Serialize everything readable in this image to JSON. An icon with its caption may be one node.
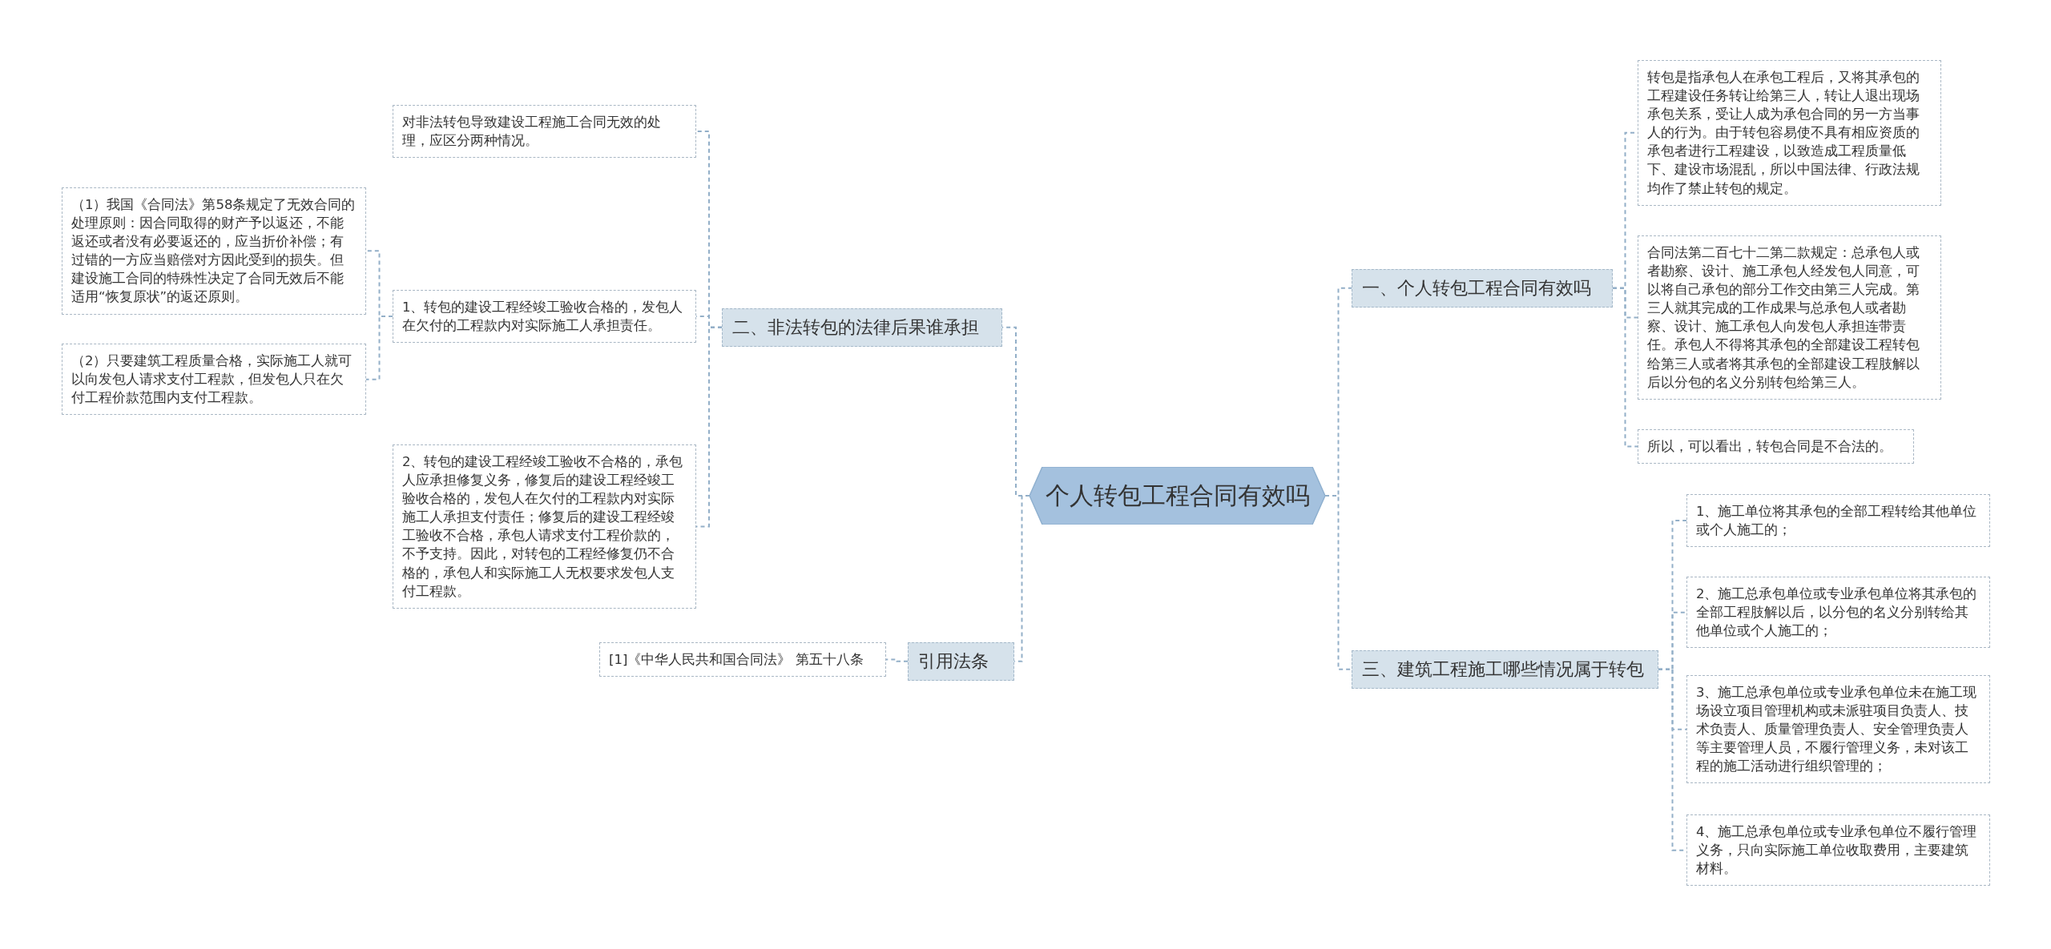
{
  "diagram": {
    "nodes": [
      {
        "text": [
          "个人转包工程合同有效吗"
        ]
      },
      {
        "text": [
          "二、非法转包的法律后果谁承担"
        ]
      },
      {
        "text": [
          "对非法转包导致建设工程施工合同无效的处理，应区分两种情况。"
        ]
      },
      {
        "text": [
          "1、转包的建设工程经竣工验收合格的，发包人在欠付的工程款内对实际施工人承担责任。"
        ]
      },
      {
        "text": [
          "（1）我国《合同法》第58条规定了无效合同的处理原则：因合同取得的财产予以返还，不能返还或者没有必要返还的，应当折价补偿；有过错的一方应当赔偿对方因此受到的损失。但建设施工合同的特殊性决定了合同无效后不能适用“恢复原状”的返还原则。"
        ]
      },
      {
        "text": [
          "（2）只要建筑工程质量合格，实际施工人就可以向发包人请求支付工程款，但发包人只在欠付工程价款范围内支付工程款。"
        ]
      },
      {
        "text": [
          "2、转包的建设工程经竣工验收不合格的，承包人应承担修复义务，修复后的建设工程经竣工验收合格的，发包人在欠付的工程款内对实际施工人承担支付责任；修复后的建设工程经竣工验收不合格，承包人请求支付工程价款的，不予支持。因此，对转包的工程经修复仍不合格的，承包人和实际施工人无权要求发包人支付工程款。"
        ]
      },
      {
        "text": [
          "引用法条"
        ]
      },
      {
        "text": [
          "[1]《中华人民共和国合同法》 第五十八条"
        ]
      },
      {
        "text": [
          "一、个人转包工程合同有效吗"
        ]
      },
      {
        "text": [
          "转包是指承包人在承包工程后，又将其承包的工程建设任务转让给第三人，转让人退出现场承包关系，受让人成为承包合同的另一方当事人的行为。由于转包容易使不具有相应资质的承包者进行工程建设，以致造成工程质量低下、建设市场混乱，所以中国法律、行政法规均作了禁止转包的规定。"
        ]
      },
      {
        "text": [
          "合同法第二百七十二第二款规定：总承包人或者勘察、设计、施工承包人经发包人同意，可以将自己承包的部分工作交由第三人完成。第三人就其完成的工作成果与总承包人或者勘察、设计、施工承包人向发包人承担连带责任。承包人不得将其承包的全部建设工程转包给第三人或者将其承包的全部建设工程肢解以后以分包的名义分别转包给第三人。"
        ]
      },
      {
        "text": [
          "所以，可以看出，转包合同是不合法的。"
        ]
      },
      {
        "text": [
          "三、建筑工程施工哪些情况属于转包"
        ]
      },
      {
        "text": [
          "1、施工单位将其承包的全部工程转给其他单位或个人施工的；"
        ]
      },
      {
        "text": [
          "2、施工总承包单位或专业承包单位将其承包的全部工程肢解以后，以分包的名义分别转给其他单位或个人施工的；"
        ]
      },
      {
        "text": [
          "3、施工总承包单位或专业承包单位未在施工现场设立项目管理机构或未派驻项目负责人、技术负责人、质量管理负责人、安全管理负责人等主要管理人员，不履行管理义务，未对该工程的施工活动进行组织管理的；"
        ]
      },
      {
        "text": [
          "4、施工总承包单位或专业承包单位不履行管理义务，只向实际施工单位收取费用，主要建筑材料。"
        ]
      }
    ],
    "edges": [
      {
        "from": 0,
        "to": 1,
        "arrow": "none"
      },
      {
        "from": 0,
        "to": 7,
        "arrow": "none"
      },
      {
        "from": 0,
        "to": 9,
        "arrow": "none"
      },
      {
        "from": 0,
        "to": 13,
        "arrow": "none"
      },
      {
        "from": 1,
        "to": 2,
        "arrow": "none"
      },
      {
        "from": 1,
        "to": 3,
        "arrow": "none"
      },
      {
        "from": 1,
        "to": 6,
        "arrow": "none"
      },
      {
        "from": 3,
        "to": 4,
        "arrow": "none"
      },
      {
        "from": 3,
        "to": 5,
        "arrow": "none"
      },
      {
        "from": 7,
        "to": 8,
        "arrow": "none"
      },
      {
        "from": 9,
        "to": 10,
        "arrow": "none"
      },
      {
        "from": 9,
        "to": 11,
        "arrow": "none"
      },
      {
        "from": 9,
        "to": 12,
        "arrow": "none"
      },
      {
        "from": 13,
        "to": 14,
        "arrow": "none"
      },
      {
        "from": 13,
        "to": 15,
        "arrow": "none"
      },
      {
        "from": 13,
        "to": 16,
        "arrow": "none"
      },
      {
        "from": 13,
        "to": 17,
        "arrow": "none"
      }
    ]
  }
}
